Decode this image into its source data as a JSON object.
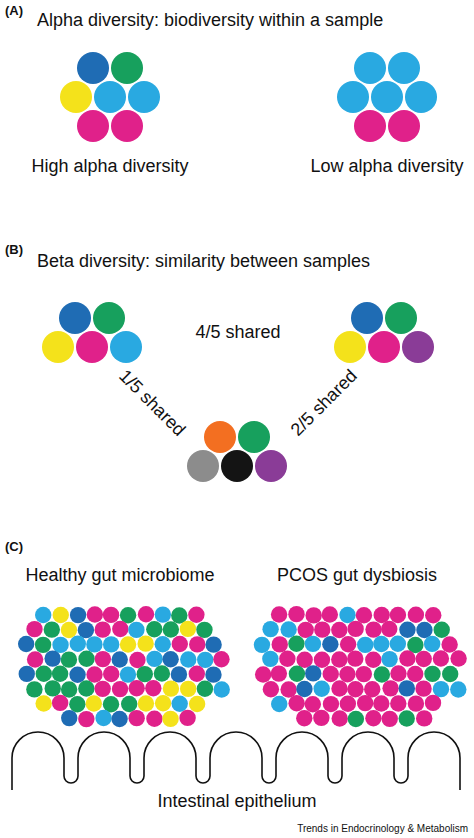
{
  "diagram": {
    "labels": [
      "(A)",
      "Alpha diversity: biodiversity within a sample",
      "High alpha diversity",
      "Low alpha diversity",
      "(B)",
      "Beta diversity: similarity between samples",
      "4/5 shared",
      "1/5 shared",
      "2/5 shared",
      "(C)",
      "Healthy gut microbiome",
      "PCOS gut dysbiosis",
      "Intestinal epithelium",
      "Trends in Endocrinology & Metabolism"
    ]
  }
}
